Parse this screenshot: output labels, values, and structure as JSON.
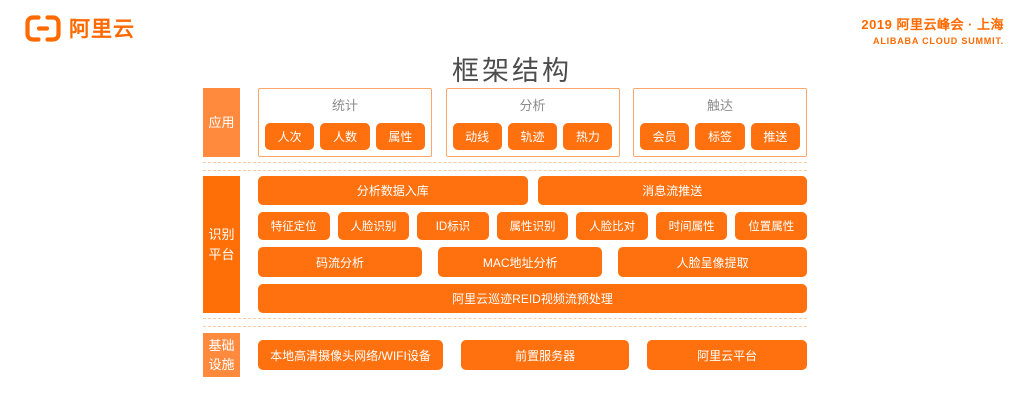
{
  "header": {
    "logo_icon": "alibaba-cloud-bracket-icon",
    "logo_text": "阿里云",
    "summit_line1": "2019 阿里云峰会 · 上海",
    "summit_line2": "ALIBABA CLOUD SUMMIT."
  },
  "title": "框架结构",
  "colors": {
    "accent_orange": "#FF6A00",
    "button_orange": "#FF700E",
    "label_light_orange": "#FF8A3E",
    "group_border": "#FFA76B",
    "dashed_divider": "#FFC9A3",
    "title_gray": "#4D4D4D",
    "group_title_gray": "#8C8C8C"
  },
  "sections": {
    "app": {
      "label": "应用",
      "groups": [
        {
          "title": "统计",
          "buttons": [
            "人次",
            "人数",
            "属性"
          ]
        },
        {
          "title": "分析",
          "buttons": [
            "动线",
            "轨迹",
            "热力"
          ]
        },
        {
          "title": "触达",
          "buttons": [
            "会员",
            "标签",
            "推送"
          ]
        }
      ]
    },
    "platform": {
      "label": "识别平台",
      "row1": [
        "分析数据入库",
        "消息流推送"
      ],
      "row2": [
        "特征定位",
        "人脸识别",
        "ID标识",
        "属性识别",
        "人脸比对",
        "时间属性",
        "位置属性"
      ],
      "row3": [
        "码流分析",
        "MAC地址分析",
        "人脸呈像提取"
      ],
      "row4": [
        "阿里云巡迹REID视频流预处理"
      ]
    },
    "infra": {
      "label": "基础设施",
      "row": [
        "本地高清摄像头网络/WIFI设备",
        "前置服务器",
        "阿里云平台"
      ]
    }
  }
}
